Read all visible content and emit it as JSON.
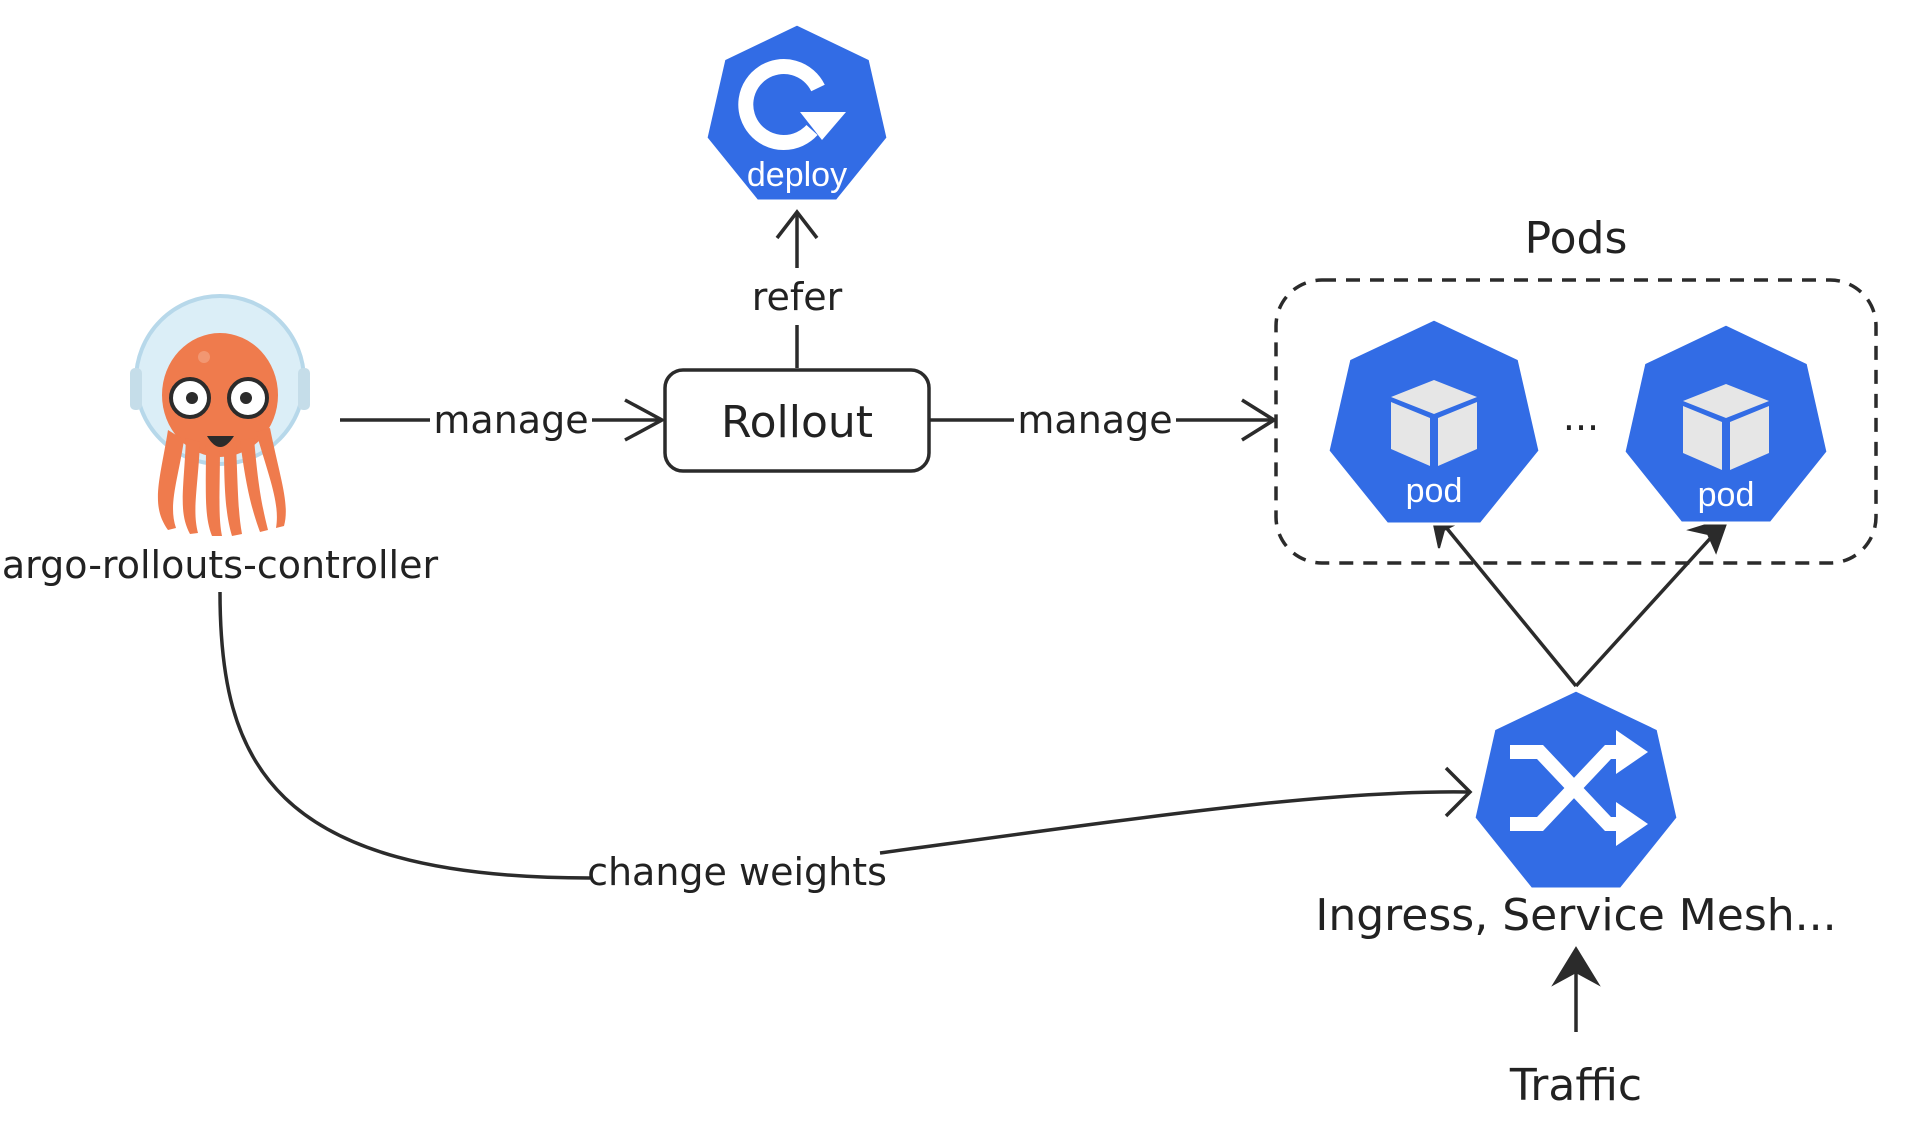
{
  "nodes": {
    "controller": {
      "label": "argo-rollouts-controller"
    },
    "rollout": {
      "label": "Rollout"
    },
    "deploy": {
      "label": "deploy"
    },
    "pods_group": {
      "label": "Pods"
    },
    "pod_left": {
      "label": "pod"
    },
    "pod_right": {
      "label": "pod"
    },
    "pods_ellipsis": {
      "label": "..."
    },
    "ingress": {
      "label": "Ingress, Service Mesh..."
    },
    "traffic": {
      "label": "Traffic"
    }
  },
  "edges": {
    "controller_to_rollout": {
      "label": "manage"
    },
    "rollout_to_deploy": {
      "label": "refer"
    },
    "rollout_to_pods": {
      "label": "manage"
    },
    "controller_to_ingress": {
      "label": "change weights"
    }
  },
  "colors": {
    "k8s_blue": "#326ce5",
    "line": "#2b2b2b",
    "mascot_orange": "#ef7b4d",
    "helmet": "#dbeef7"
  },
  "icons": {
    "deploy": "kubernetes-deploy-icon",
    "pod": "kubernetes-pod-icon",
    "ingress": "kubernetes-ingress-icon",
    "controller": "argo-octopus-mascot"
  }
}
